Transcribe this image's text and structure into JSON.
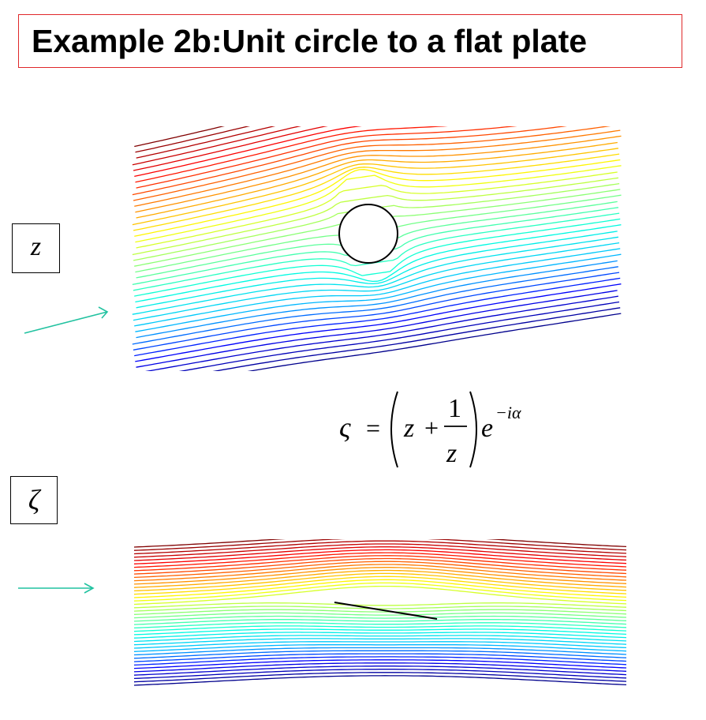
{
  "title": "Example 2b:Unit circle to a flat plate",
  "z_plane": {
    "label": "z",
    "streamline_count": 42
  },
  "zeta_plane": {
    "label": "ζ",
    "streamline_count": 42
  },
  "equation": {
    "lhs": "ς",
    "equals": "=",
    "z1": "z",
    "plus": "+",
    "numerator": "1",
    "denominator": "z",
    "exp_base": "e",
    "exp_power": "−iα"
  },
  "colors": {
    "title_border": "#e0282a",
    "arrow": "#21c2a0",
    "body": "#000000",
    "colormap": [
      "#00008c",
      "#0000ff",
      "#00c0ff",
      "#00ffe0",
      "#80ff80",
      "#ffff00",
      "#ff8000",
      "#ff0000",
      "#800000"
    ]
  }
}
